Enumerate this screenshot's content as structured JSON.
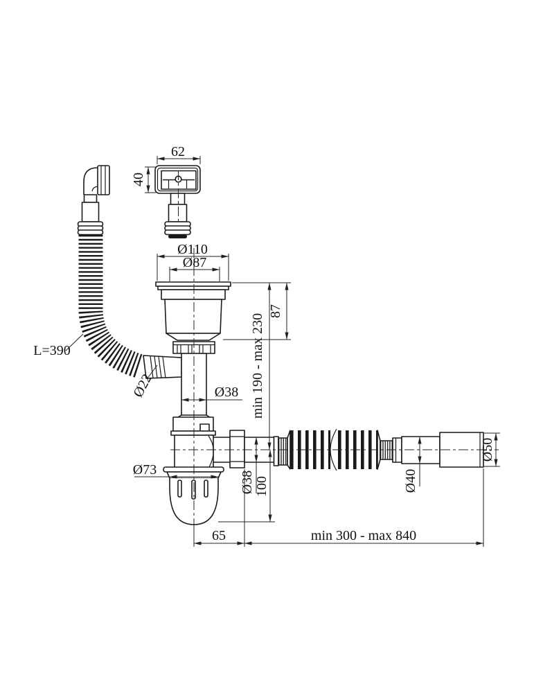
{
  "drawing": {
    "colors": {
      "background": "#ffffff",
      "line": "#1a1a1a",
      "dimension": "#222222"
    },
    "labels": {
      "overflow_width": "62",
      "overflow_height": "40",
      "strainer_flange_dia": "Ø110",
      "strainer_inner_dia": "Ø87",
      "strainer_depth": "87",
      "height_range": "min 190 - max 230",
      "tailpipe_dia": "Ø38",
      "overflow_hose_dia": "Ø22",
      "overflow_hose_length": "L=390",
      "trap_flange_dia": "Ø73",
      "outlet_pipe_dia": "Ø38",
      "trap_drop": "100",
      "trap_offset": "65",
      "outlet_reach_range": "min 300 - max 840",
      "end_pipe_dia": "Ø40",
      "end_cuff_dia": "Ø50"
    }
  }
}
